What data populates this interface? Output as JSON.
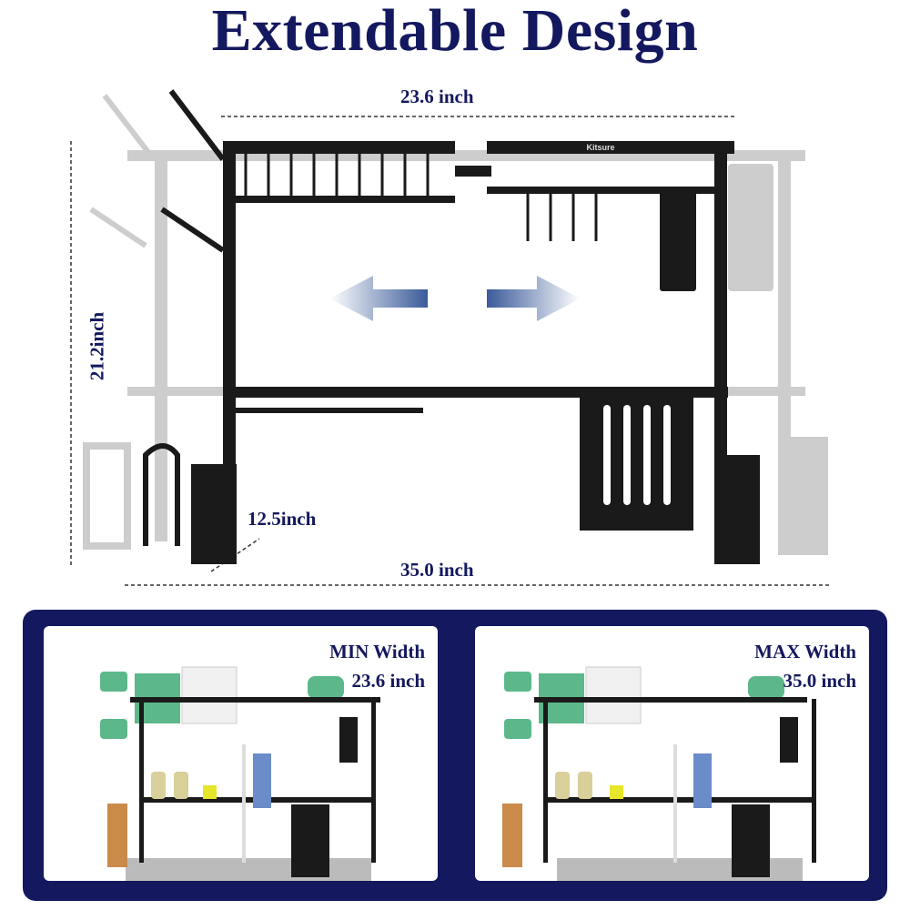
{
  "title": "Extendable Design",
  "dimensions": {
    "min_width": "23.6 inch",
    "height": "21.2inch",
    "depth": "12.5inch",
    "max_width": "35.0 inch"
  },
  "brand": "Kitsure",
  "comparison": [
    {
      "label": "MIN Width",
      "value": "23.6 inch"
    },
    {
      "label": "MAX Width",
      "value": "35.0 inch"
    }
  ],
  "colors": {
    "navy": "#14185e",
    "arrow_blue": "#3a5a9a",
    "frame": "#1a1a1a",
    "ghost": "#c8c8c8",
    "green": "#5cb88a"
  }
}
